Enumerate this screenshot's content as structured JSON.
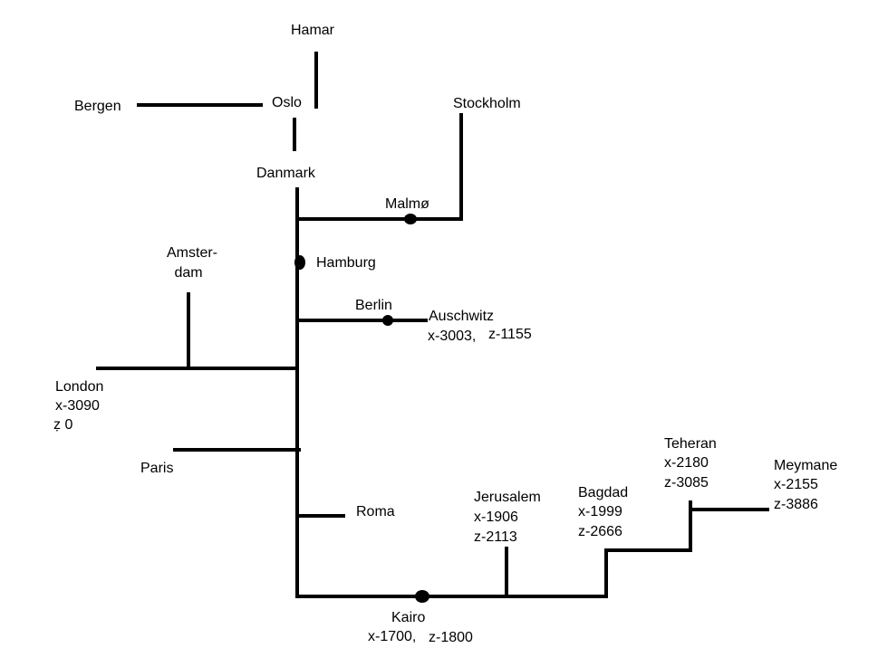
{
  "colors": {
    "line": "#000000",
    "background": "#ffffff",
    "text": "#000000"
  },
  "labels": {
    "hamar": "Hamar",
    "oslo": "Oslo",
    "bergen": "Bergen",
    "stockholm": "Stockholm",
    "danmark": "Danmark",
    "malmo": "Malmø",
    "hamburg": "Hamburg",
    "amsterdam_1": "Amster-",
    "amsterdam_2": "dam",
    "berlin": "Berlin",
    "auschwitz": "Auschwitz",
    "auschwitz_x": "x-3003,",
    "auschwitz_z": "z-1155",
    "london": "London",
    "london_x": "x-3090",
    "london_z": "ẓ 0",
    "paris": "Paris",
    "roma": "Roma",
    "jerusalem": "Jerusalem",
    "jerusalem_x": "x-1906",
    "jerusalem_z": "z-2113",
    "bagdad": "Bagdad",
    "bagdad_x": "x-1999",
    "bagdad_z": "z-2666",
    "teheran": "Teheran",
    "teheran_x": "x-2180",
    "teheran_z": "z-3085",
    "meymane": "Meymane",
    "meymane_x": "x-2155",
    "meymane_z": "z-3886",
    "kairo": "Kairo",
    "kairo_x": "x-1700,",
    "kairo_z": "z-1800"
  }
}
